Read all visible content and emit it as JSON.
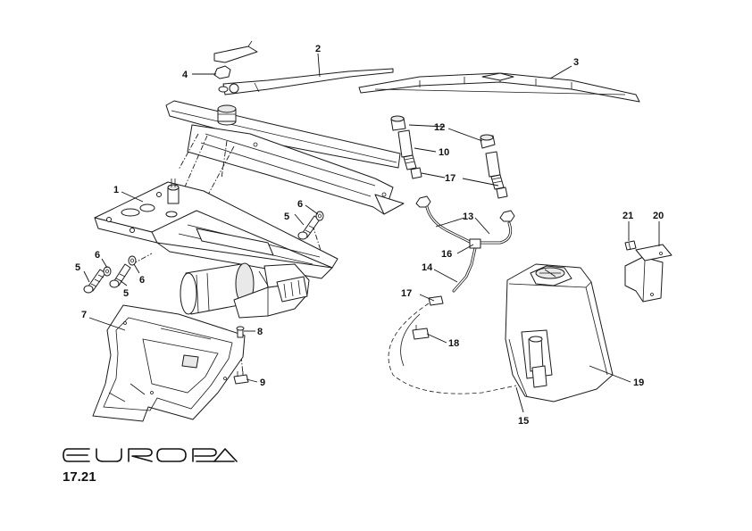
{
  "diagram": {
    "callouts": {
      "c1": "1",
      "c2": "2",
      "c3": "3",
      "c4": "4",
      "c5a": "5",
      "c5b": "5",
      "c5c": "5",
      "c6a": "6",
      "c6b": "6",
      "c6c": "6",
      "c7": "7",
      "c8": "8",
      "c9": "9",
      "c10": "10",
      "c12": "12",
      "c13": "13",
      "c14": "14",
      "c15": "15",
      "c16": "16",
      "c17a": "17",
      "c17b": "17",
      "c18": "18",
      "c19": "19",
      "c20": "20",
      "c21": "21"
    }
  },
  "footer": {
    "brand_logo": "EUROPA",
    "page_number": "17.21"
  }
}
